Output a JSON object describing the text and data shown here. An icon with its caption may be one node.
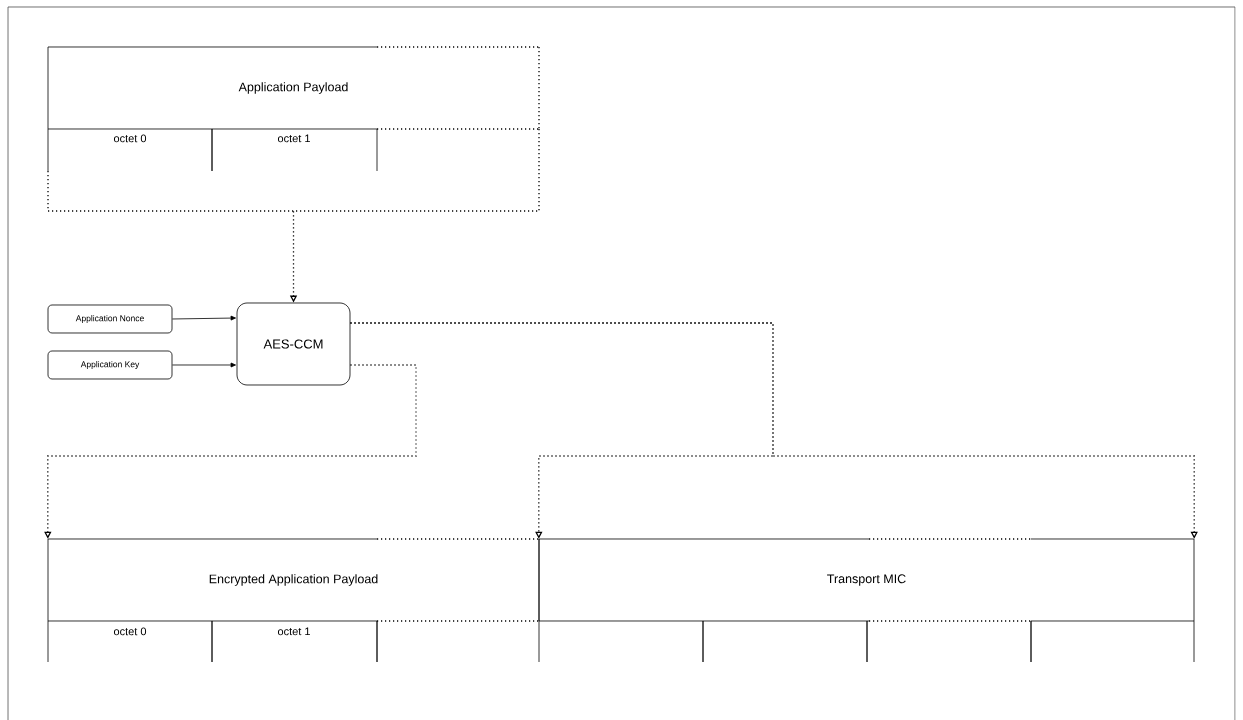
{
  "diagram": {
    "nodes": [
      {
        "text": [
          "Application Payload"
        ]
      },
      {
        "text": [
          "octet 0"
        ],
        "in": 0
      },
      {
        "text": [
          "octet 1"
        ],
        "in": 0
      },
      {
        "text": [],
        "shape": "box",
        "in": 0
      },
      {
        "text": [
          "Application Nonce"
        ]
      },
      {
        "text": [
          "Application Key"
        ]
      },
      {
        "text": [
          "AES-CCM"
        ]
      },
      {
        "text": [
          "Encrypted Application Payload"
        ]
      },
      {
        "text": [
          "octet 0"
        ]
      },
      {
        "text": [
          "octet 1"
        ]
      },
      {
        "text": [],
        "shape": "box"
      },
      {
        "text": [
          "Transport MIC"
        ]
      },
      {
        "text": [],
        "shape": "box"
      },
      {
        "text": [],
        "shape": "box"
      },
      {
        "text": [],
        "shape": "box"
      },
      {
        "text": [],
        "shape": "box"
      }
    ],
    "edges": [
      {
        "from": 0,
        "to": 6,
        "arrow": "to",
        "style": "dashed"
      },
      {
        "from": 4,
        "to": 6,
        "arrow": "to"
      },
      {
        "from": 5,
        "to": 6,
        "arrow": "to"
      },
      {
        "from": 6,
        "to": 7,
        "arrow": "to",
        "style": "dashed"
      },
      {
        "from": 6,
        "to": 11,
        "arrow": "to",
        "style": "dashed"
      },
      {
        "from": 6,
        "to": 11,
        "arrow": "to",
        "style": "dashed"
      }
    ]
  }
}
